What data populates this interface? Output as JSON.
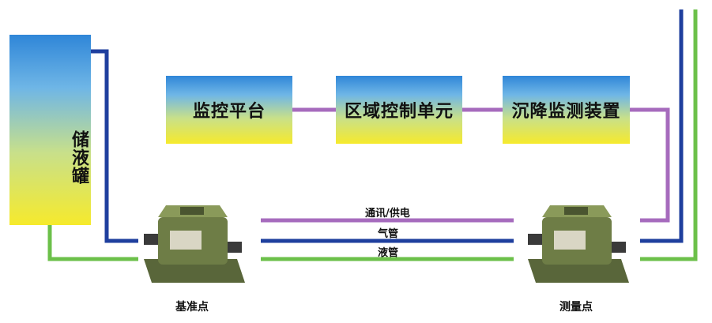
{
  "boxes": {
    "storage_tank": "储液罐",
    "monitor_platform": "监控平台",
    "regional_control": "区域控制单元",
    "settlement_device": "沉降监测装置"
  },
  "lines": {
    "comm_power": "通讯/供电",
    "gas_pipe": "气管",
    "liquid_pipe": "液管"
  },
  "points": {
    "reference": "基准点",
    "measurement": "测量点"
  },
  "colors": {
    "comm_power_line": "#a66bbd",
    "gas_line": "#1f3f9e",
    "liquid_line": "#6cc04a",
    "device_body": "#6e7d46"
  }
}
